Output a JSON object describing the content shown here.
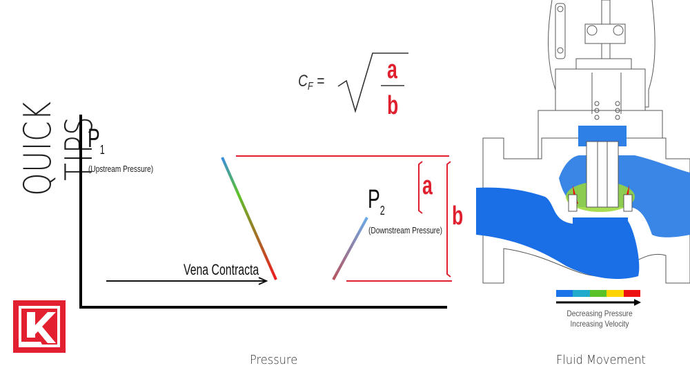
{
  "side_title": "QUICK TIPS",
  "logo": {
    "icon": "k-brand-logo",
    "color": "#e3202f"
  },
  "formula": {
    "lhs": "C",
    "lhs_subscript": "F",
    "equals": "=",
    "numerator": "a",
    "denominator": "b",
    "accent_color": "#e0202e"
  },
  "pressure_diagram": {
    "p1_label": "P",
    "p1_subscript": "1",
    "p1_note": "(Upstream Pressure)",
    "p2_label": "P",
    "p2_subscript": "2",
    "p2_note": "(Downstream Pressure)",
    "vena_contracta_label": "Vena Contracta",
    "bracket_a_label": "a",
    "bracket_b_label": "b",
    "caption": "Pressure",
    "line_colors": {
      "upstream": "#3a8ee0",
      "mid": "#59c22a",
      "vena": "#e8202a",
      "downstream": "#7aaee0"
    }
  },
  "valve_illustration": {
    "caption": "Fluid Movement",
    "legend": {
      "colors": [
        "#1a73e8",
        "#22aacc",
        "#5cc22a",
        "#ffd400",
        "#ee1111"
      ],
      "line1": "Decreasing Pressure",
      "line2": "Increasing Velocity"
    }
  }
}
